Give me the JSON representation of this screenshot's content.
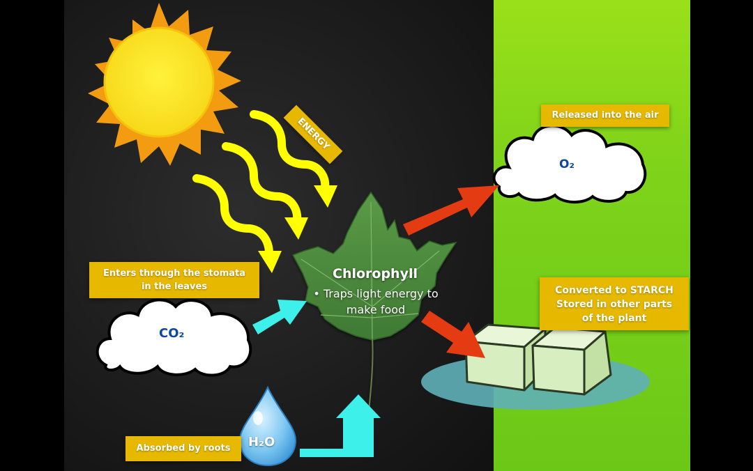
{
  "labels": {
    "energy": "ENERGY",
    "released": "Released into the air",
    "stomata_line1": "Enters through the stomata",
    "stomata_line2": "in the leaves",
    "starch_line1": "Converted to STARCH",
    "starch_line2": "Stored in other parts",
    "starch_line3": "of the plant",
    "roots": "Absorbed by roots"
  },
  "molecules": {
    "oxygen": "O₂",
    "carbon_dioxide": "CO₂",
    "water": "H₂O"
  },
  "leaf": {
    "title": "Chlorophyll",
    "bullet": "• Traps light energy to make food"
  },
  "colors": {
    "sun_core": "#fbe51c",
    "sun_rays": "#f39c12",
    "energy_waves": "#ffff00",
    "input_arrows": "#3ef0ea",
    "output_arrows": "#e53b12",
    "label_bg": "#e6b800",
    "green_panel": "#7fd31a",
    "leaf": "#4c8a3d"
  }
}
